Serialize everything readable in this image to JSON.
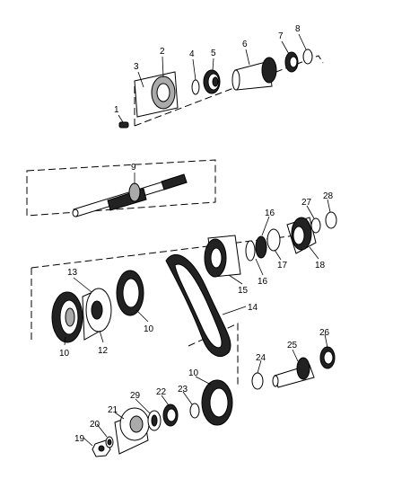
{
  "diagram": {
    "callouts": [
      {
        "id": "p1",
        "text": "1"
      },
      {
        "id": "p2",
        "text": "2"
      },
      {
        "id": "p3",
        "text": "3"
      },
      {
        "id": "p4",
        "text": "4"
      },
      {
        "id": "p5",
        "text": "5"
      },
      {
        "id": "p6",
        "text": "6"
      },
      {
        "id": "p7",
        "text": "7"
      },
      {
        "id": "p8",
        "text": "8"
      },
      {
        "id": "p9",
        "text": "9"
      },
      {
        "id": "p10a",
        "text": "10"
      },
      {
        "id": "p10b",
        "text": "10"
      },
      {
        "id": "p10c",
        "text": "10"
      },
      {
        "id": "p12",
        "text": "12"
      },
      {
        "id": "p13",
        "text": "13"
      },
      {
        "id": "p14",
        "text": "14"
      },
      {
        "id": "p15",
        "text": "15"
      },
      {
        "id": "p16a",
        "text": "16"
      },
      {
        "id": "p16b",
        "text": "16"
      },
      {
        "id": "p17",
        "text": "17"
      },
      {
        "id": "p18",
        "text": "18"
      },
      {
        "id": "p19",
        "text": "19"
      },
      {
        "id": "p20",
        "text": "20"
      },
      {
        "id": "p21",
        "text": "21"
      },
      {
        "id": "p22",
        "text": "22"
      },
      {
        "id": "p23",
        "text": "23"
      },
      {
        "id": "p24",
        "text": "24"
      },
      {
        "id": "p25",
        "text": "25"
      },
      {
        "id": "p26",
        "text": "26"
      },
      {
        "id": "p27",
        "text": "27"
      },
      {
        "id": "p28",
        "text": "28"
      }
    ]
  }
}
